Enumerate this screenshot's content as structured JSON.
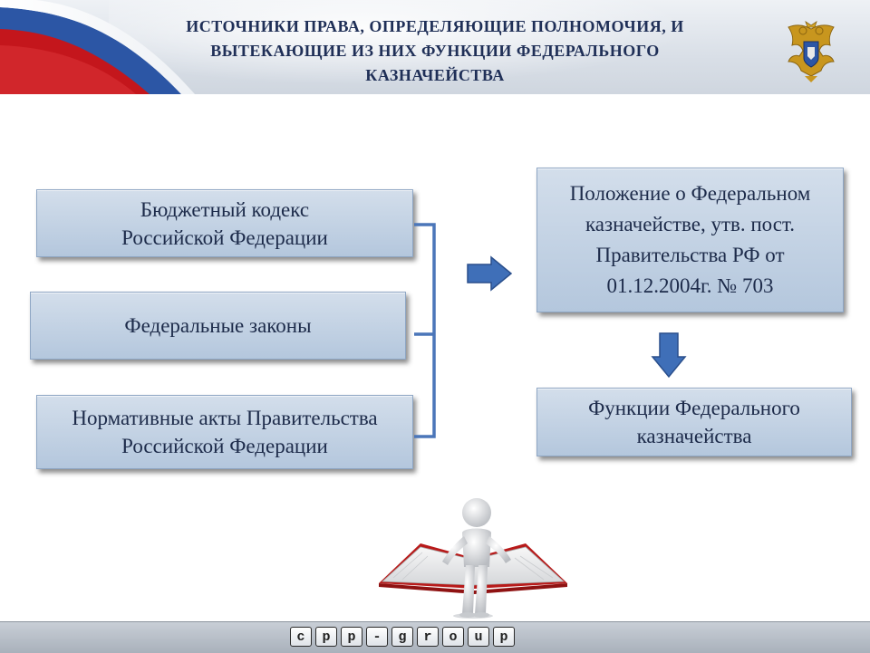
{
  "header": {
    "title_lines": [
      "ИСТОЧНИКИ ПРАВА, ОПРЕДЕЛЯЮЩИЕ ПОЛНОМОЧИЯ, И",
      "ВЫТЕКАЮЩИЕ ИЗ НИХ ФУНКЦИИ ФЕДЕРАЛЬНОГО",
      "КАЗНАЧЕЙСТВА"
    ],
    "emblem_icon": "double-headed-eagle-emblem-icon",
    "flag_icon": "russian-flag-icon"
  },
  "sources": [
    {
      "lines": [
        "Бюджетный кодекс",
        "Российской Федерации"
      ]
    },
    {
      "lines": [
        "Федеральные законы"
      ]
    },
    {
      "lines": [
        "Нормативные акты Правительства",
        "Российской Федерации"
      ]
    }
  ],
  "regulation": {
    "lines": [
      "Положение о Федеральном",
      "казначействе, утв. пост.",
      "Правительства РФ от",
      "01.12.2004г. № 703"
    ]
  },
  "functions": {
    "lines": [
      "Функции Федерального",
      "казначейства"
    ]
  },
  "footer": {
    "keys": [
      "c",
      "p",
      "p",
      "-",
      "g",
      "r",
      "o",
      "u",
      "p"
    ]
  },
  "colors": {
    "box_fill": "#c3d3e6",
    "box_border": "#8ea6c4",
    "text": "#1d2b4a",
    "title": "#1f2f57",
    "arrow": "#3f6fb8",
    "bracket": "#4b76b9"
  }
}
